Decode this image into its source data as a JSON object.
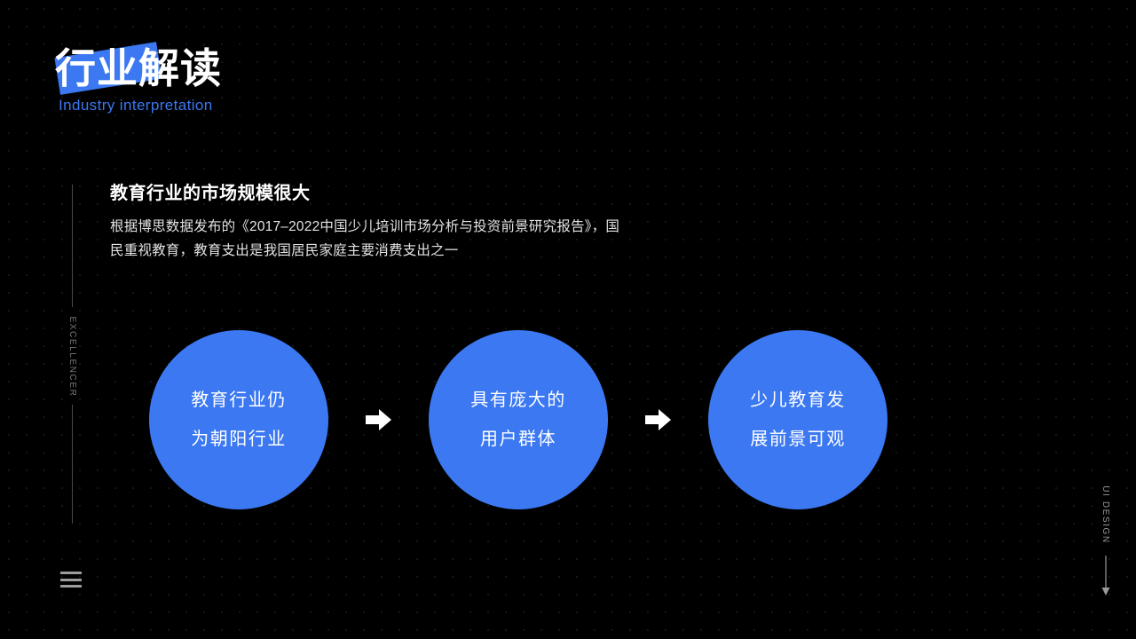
{
  "theme": {
    "background": "#000000",
    "accent_blue": "#3b78f1",
    "text_primary": "#ffffff",
    "text_secondary": "#e2e2e2",
    "rail_gray": "#787878"
  },
  "header": {
    "title_cn": "行业解读",
    "title_en": "Industry interpretation"
  },
  "left_rail": {
    "label": "EXCELLENCER"
  },
  "right_rail": {
    "label": "UI DESIGN",
    "arrow_icon": "arrow-down-icon"
  },
  "content": {
    "heading": "教育行业的市场规模很大",
    "paragraph_lines": [
      "根据博思数据发布的《2017–2022中国少儿培训市场分析与投资前景研究报告》，国",
      "民重视教育，教育支出是我国居民家庭主要消费支出之一"
    ]
  },
  "flow": {
    "arrow_icon": "arrow-right-icon",
    "steps": [
      {
        "line1": "教育行业仍",
        "line2": "为朝阳行业"
      },
      {
        "line1": "具有庞大的",
        "line2": "用户群体"
      },
      {
        "line1": "少儿教育发",
        "line2": "展前景可观"
      }
    ]
  },
  "footer": {
    "menu_icon": "hamburger-menu-icon"
  }
}
